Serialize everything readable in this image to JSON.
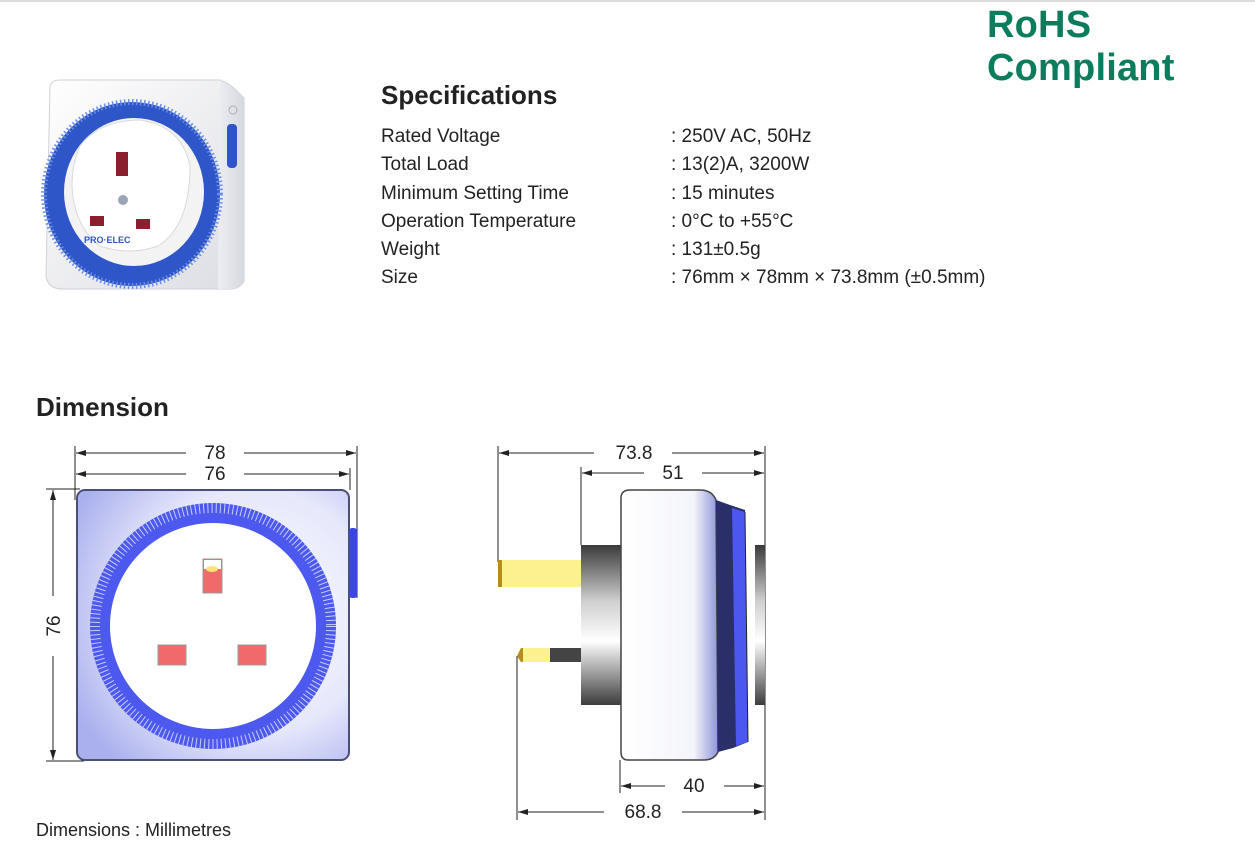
{
  "badge": {
    "line1": "RoHS",
    "line2": "Compliant",
    "color": "#0b7d5d"
  },
  "product": {
    "image_alt": "Plug-in mechanical timer socket (white body, blue dial)",
    "brand_label": "PRO-ELEC"
  },
  "specifications": {
    "title": "Specifications",
    "rows": [
      {
        "label": "Rated Voltage",
        "value": ": 250V AC, 50Hz"
      },
      {
        "label": "Total Load",
        "value": ": 13(2)A, 3200W"
      },
      {
        "label": "Minimum Setting Time",
        "value": ": 15 minutes"
      },
      {
        "label": "Operation Temperature",
        "value": ": 0°C to +55°C"
      },
      {
        "label": "Weight",
        "value": ": 131±0.5g"
      },
      {
        "label": "Size",
        "value": ": 76mm × 78mm × 73.8mm (±0.5mm)"
      }
    ]
  },
  "dimension": {
    "title": "Dimension",
    "front_view": {
      "width_overall": "78",
      "width_body": "76",
      "height": "76"
    },
    "side_view": {
      "depth_overall": "73.8",
      "depth_body_with_dial": "51",
      "depth_body": "40",
      "depth_pin_to_front": "68.8"
    },
    "units_note": "Dimensions : Millimetres"
  }
}
